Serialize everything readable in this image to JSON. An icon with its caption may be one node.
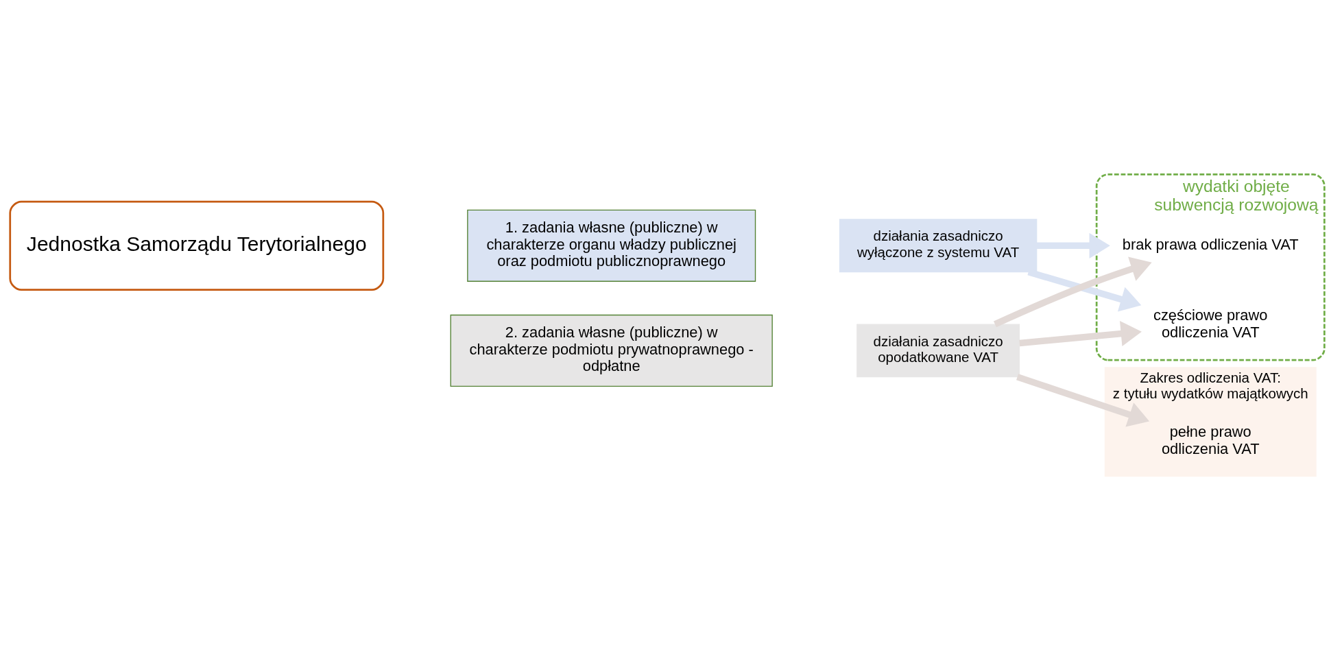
{
  "diagram": {
    "nodes": [
      {
        "text": [
          "Jednostka Samorządu Terytorialnego"
        ]
      },
      {
        "text": [
          "Zakres odliczenia VAT:",
          "z tytułu wydatków majątkowych"
        ]
      },
      {
        "text": [
          "wydatki objęte subwencją rozwojową"
        ]
      },
      {
        "text": [
          "1. zadania własne (publiczne) w charakterze organu władzy publicznej oraz podmiotu publicznoprawnego"
        ]
      },
      {
        "text": [
          "działania zasadniczo wyłączone z systemu VAT"
        ]
      },
      {
        "text": [
          "brak prawa odliczenia VAT"
        ],
        "in": 2
      },
      {
        "text": [
          "częściowe prawo odliczenia VAT"
        ],
        "in": 2
      },
      {
        "text": [
          "2. zadania własne (publiczne) w charakterze podmiotu prywatnoprawnego - odpłatne"
        ]
      },
      {
        "text": [
          "działania zasadniczo opodatkowane VAT"
        ]
      },
      {
        "text": [
          "pełne prawo odliczenia VAT"
        ],
        "in": 1
      }
    ],
    "edges": [
      {
        "from": 4,
        "to": 5,
        "arrow": "to",
        "color": "#dae3f3"
      },
      {
        "from": 4,
        "to": 6,
        "arrow": "to",
        "color": "#dae3f3"
      },
      {
        "from": 8,
        "to": 6,
        "arrow": "to"
      },
      {
        "from": 8,
        "to": 5,
        "arrow": "to"
      },
      {
        "from": 8,
        "to": 9,
        "arrow": "to"
      }
    ]
  }
}
